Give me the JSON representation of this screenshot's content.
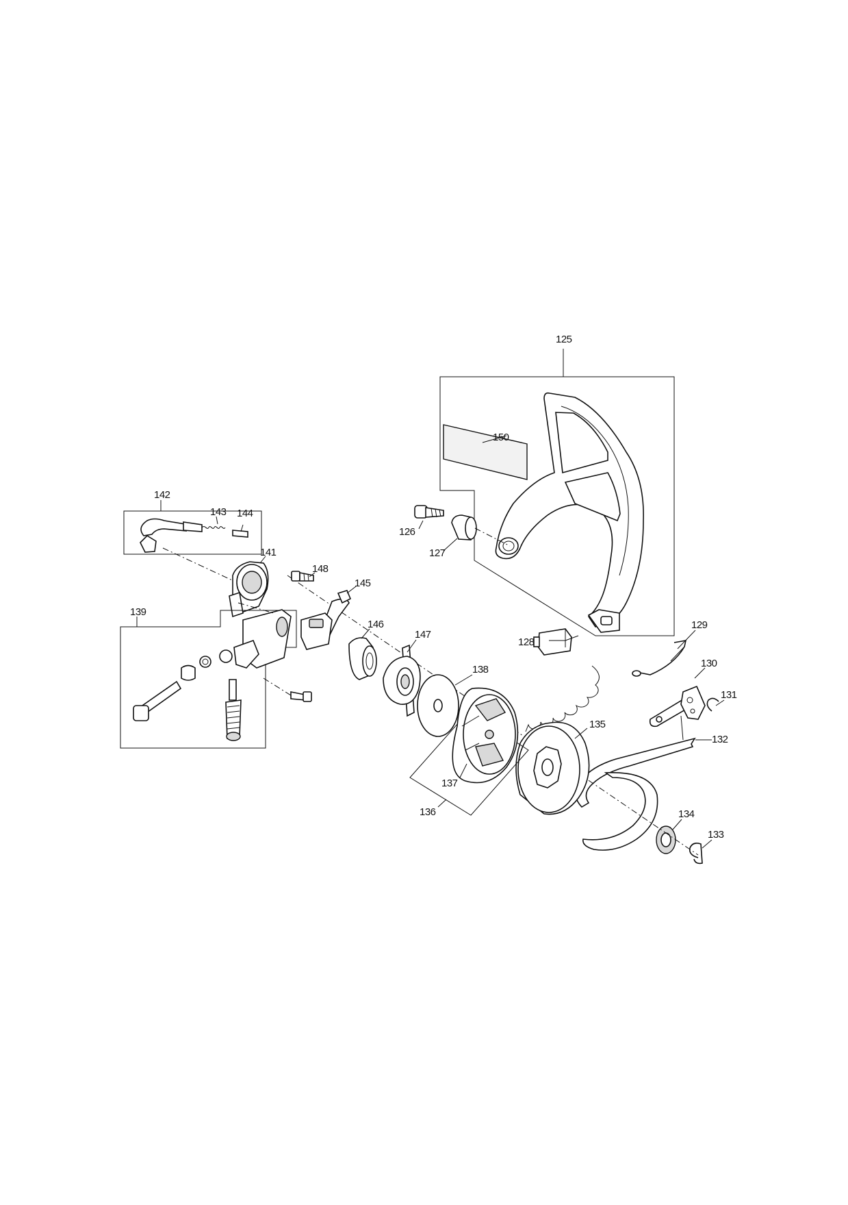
{
  "labels": {
    "p125": "125",
    "p126": "126",
    "p127": "127",
    "p128": "128",
    "p129": "129",
    "p130": "130",
    "p131": "131",
    "p132": "132",
    "p133": "133",
    "p134": "134",
    "p135": "135",
    "p136": "136",
    "p137": "137",
    "p138": "138",
    "p139": "139",
    "p141": "141",
    "p142": "142",
    "p143": "143",
    "p144": "144",
    "p145": "145",
    "p146": "146",
    "p147": "147",
    "p148": "148",
    "p150": "150"
  },
  "colors": {
    "line": "#111111",
    "fill_light": "#d9d9d9",
    "background": "#ffffff"
  }
}
